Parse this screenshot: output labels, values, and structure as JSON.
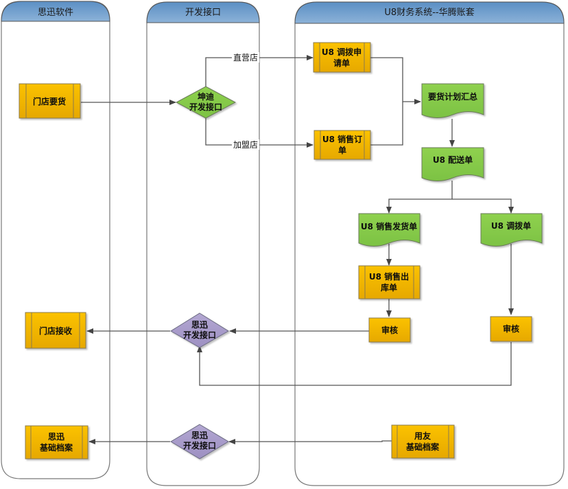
{
  "diagram": {
    "type": "swimlane-flowchart",
    "colors": {
      "lane_header_top": "#5b8fc4",
      "lane_header_bottom": "#86aed5",
      "process_fill": "#f5b800",
      "process_border": "#8a7a50",
      "document_fill": "#86c84a",
      "decision_green": "#7dc242",
      "decision_purple": "#a597c7",
      "edge": "#555555"
    },
    "lanes": [
      {
        "id": "sixun",
        "title": "思迅软件"
      },
      {
        "id": "api",
        "title": "开发接口"
      },
      {
        "id": "u8",
        "title": "U8财务系统--华腾账套"
      }
    ],
    "nodes": {
      "store_request": {
        "lines": [
          "门店要货"
        ],
        "shape": "process"
      },
      "kundi_api": {
        "lines": [
          "坤迪",
          "开发接口"
        ],
        "shape": "decision"
      },
      "u8_transfer_request": {
        "lines": [
          "U8 调拨申",
          "请单"
        ],
        "shape": "process"
      },
      "u8_sales_order": {
        "lines": [
          "U8 销售订",
          "单"
        ],
        "shape": "process"
      },
      "demand_plan_summary": {
        "lines": [
          "要货计划汇总"
        ],
        "shape": "document"
      },
      "u8_delivery_note": {
        "lines": [
          "U8 配送单"
        ],
        "shape": "document"
      },
      "u8_sales_shipment": {
        "lines": [
          "U8 销售发货单"
        ],
        "shape": "document"
      },
      "u8_transfer_note": {
        "lines": [
          "U8 调拨单"
        ],
        "shape": "document"
      },
      "u8_sales_outbound": {
        "lines": [
          "U8 销售出",
          "库单"
        ],
        "shape": "process"
      },
      "audit_left": {
        "lines": [
          "审核"
        ],
        "shape": "process"
      },
      "audit_right": {
        "lines": [
          "审核"
        ],
        "shape": "process"
      },
      "sixun_api_1": {
        "lines": [
          "思迅",
          "开发接口"
        ],
        "shape": "decision"
      },
      "store_receive": {
        "lines": [
          "门店接收"
        ],
        "shape": "process"
      },
      "yonyou_basic_files": {
        "lines": [
          "用友",
          "基础档案"
        ],
        "shape": "process"
      },
      "sixun_api_2": {
        "lines": [
          "思迅",
          "开发接口"
        ],
        "shape": "decision"
      },
      "sixun_basic_files": {
        "lines": [
          "思迅",
          "基础档案"
        ],
        "shape": "process"
      }
    },
    "edge_labels": {
      "direct_store": "直营店",
      "franchise_store": "加盟店"
    }
  }
}
